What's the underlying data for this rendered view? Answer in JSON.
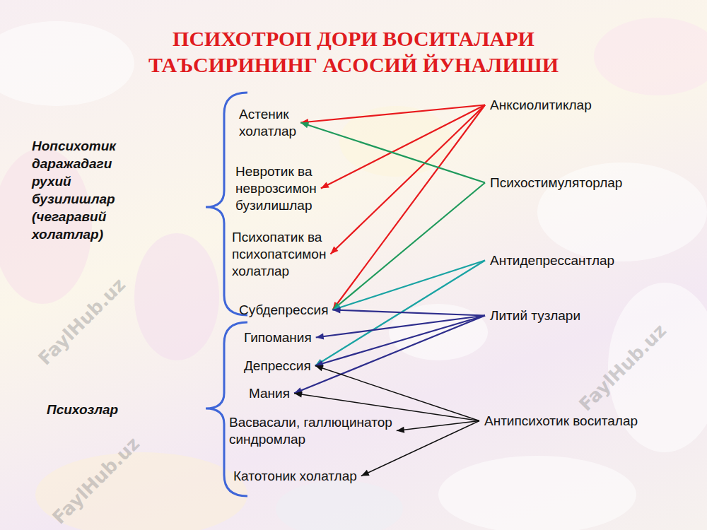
{
  "diagram": {
    "title": "ПСИХОТРОП ДОРИ ВОСИТАЛАРИ ТАЪСИРИНИНГ АСОСИЙ ЙУНАЛИШИ",
    "nodes": [
      {
        "text": [
          "Астеник холатлар"
        ]
      },
      {
        "text": [
          "Невротик ва неврозсимон бузилишлар"
        ]
      },
      {
        "text": [
          "Психопатик ва психопатсимон холатлар"
        ]
      },
      {
        "text": [
          "Субдепрессия"
        ]
      },
      {
        "text": [
          "Гипомания"
        ]
      },
      {
        "text": [
          "Депрессия"
        ]
      },
      {
        "text": [
          "Мания"
        ]
      },
      {
        "text": [
          "Васвасали, галлюцинатор синдромлар"
        ]
      },
      {
        "text": [
          "Катотоник холатлар"
        ]
      },
      {
        "text": [
          "Анксиолитиклар"
        ]
      },
      {
        "text": [
          "Психостимуляторлар"
        ]
      },
      {
        "text": [
          "Антидепрессантлар"
        ]
      },
      {
        "text": [
          "Литий тузлари"
        ]
      },
      {
        "text": [
          "Антипсихотик воситалар"
        ]
      }
    ],
    "edges": [
      {
        "from": 9,
        "to": 0,
        "arrow": "to"
      },
      {
        "from": 9,
        "to": 1,
        "arrow": "to"
      },
      {
        "from": 9,
        "to": 2,
        "arrow": "to"
      },
      {
        "from": 9,
        "to": 3,
        "arrow": "to"
      },
      {
        "from": 10,
        "to": 0,
        "arrow": "to"
      },
      {
        "from": 10,
        "to": 3,
        "arrow": "to"
      },
      {
        "from": 11,
        "to": 3,
        "arrow": "to"
      },
      {
        "from": 11,
        "to": 5,
        "arrow": "to"
      },
      {
        "from": 12,
        "to": 3,
        "arrow": "to"
      },
      {
        "from": 12,
        "to": 4,
        "arrow": "to"
      },
      {
        "from": 12,
        "to": 5,
        "arrow": "to"
      },
      {
        "from": 12,
        "to": 6,
        "arrow": "to"
      },
      {
        "from": 13,
        "to": 5,
        "arrow": "to"
      },
      {
        "from": 13,
        "to": 6,
        "arrow": "to"
      },
      {
        "from": 13,
        "to": 7,
        "arrow": "to"
      },
      {
        "from": 13,
        "to": 8,
        "arrow": "to"
      }
    ],
    "labels": [
      "Нопсихотик даражадаги рухий бузилишлар (чегаравий холатлар)",
      "Психозлар",
      "FaylHub.uz",
      "FaylHub.uz",
      "FaylHub.uz"
    ]
  }
}
